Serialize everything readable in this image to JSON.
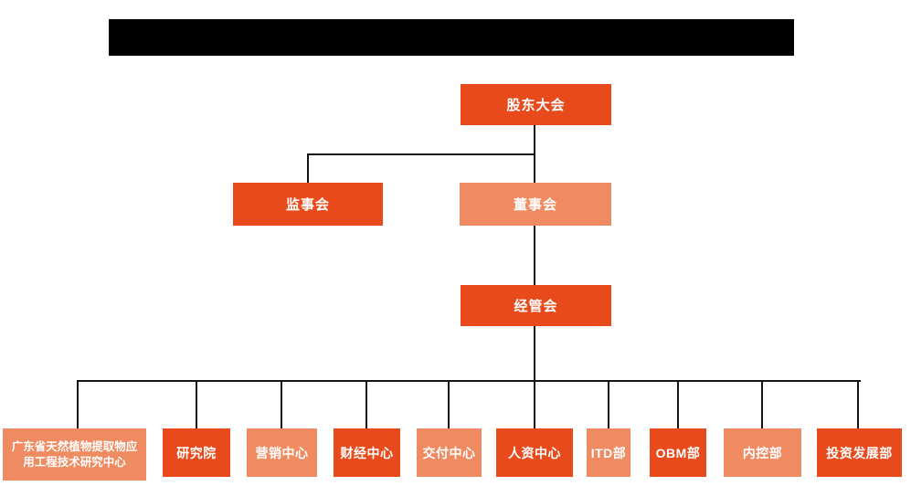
{
  "colors": {
    "primary_node": "#E84A1B",
    "secondary_node": "#F08A60",
    "connector": "#141414",
    "title_bar": "#000000",
    "background": "#FFFFFF",
    "node_text": "#FFFFFF"
  },
  "title_bar": {
    "fill": "#000000"
  },
  "org": {
    "shareholders": {
      "label": "股东大会"
    },
    "supervisory_board": {
      "label": "监事会"
    },
    "board_of_directors": {
      "label": "董事会"
    },
    "management_committee": {
      "label": "经管会"
    },
    "departments": [
      {
        "label": "广东省天然植物提取物应用工程技术研究中心"
      },
      {
        "label": "研究院"
      },
      {
        "label": "营销中心"
      },
      {
        "label": "财经中心"
      },
      {
        "label": "交付中心"
      },
      {
        "label": "人资中心"
      },
      {
        "label": "ITD部"
      },
      {
        "label": "OBM部"
      },
      {
        "label": "内控部"
      },
      {
        "label": "投资发展部"
      }
    ]
  }
}
